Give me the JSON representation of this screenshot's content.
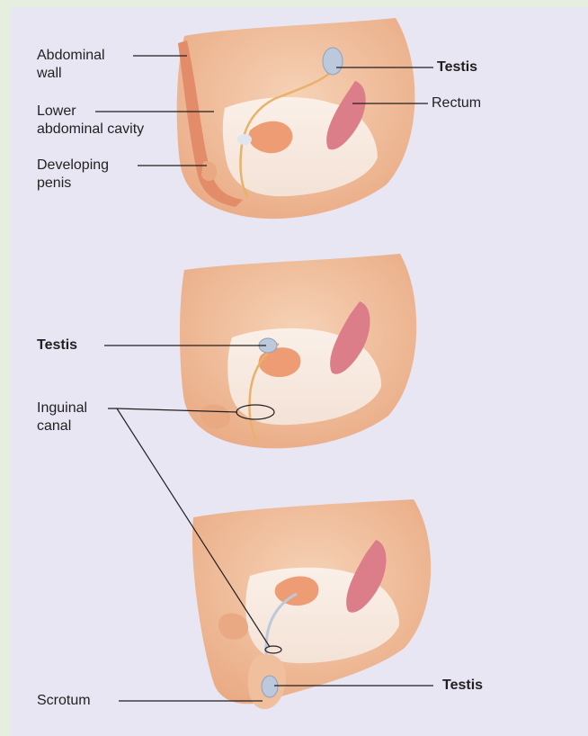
{
  "panels": [
    {
      "labels": {
        "abdominal_wall": "Abdominal\nwall",
        "lower_abdominal_cavity": "Lower\nabdominal cavity",
        "developing_penis": "Developing\npenis",
        "testis": "Testis",
        "rectum": "Rectum"
      }
    },
    {
      "labels": {
        "testis": "Testis",
        "inguinal_canal": "Inguinal\ncanal"
      }
    },
    {
      "labels": {
        "testis": "Testis",
        "scrotum": "Scrotum"
      }
    }
  ],
  "colors": {
    "background_outer": "#e6eee0",
    "background_panel": "#e7e6f2",
    "skin": "#f3c6a6",
    "tissue": "#ec9f7d",
    "cavity": "#f8eadf",
    "rectum": "#dc7d8a",
    "testis": "#bcc9dc",
    "label_line": "#231f20"
  }
}
